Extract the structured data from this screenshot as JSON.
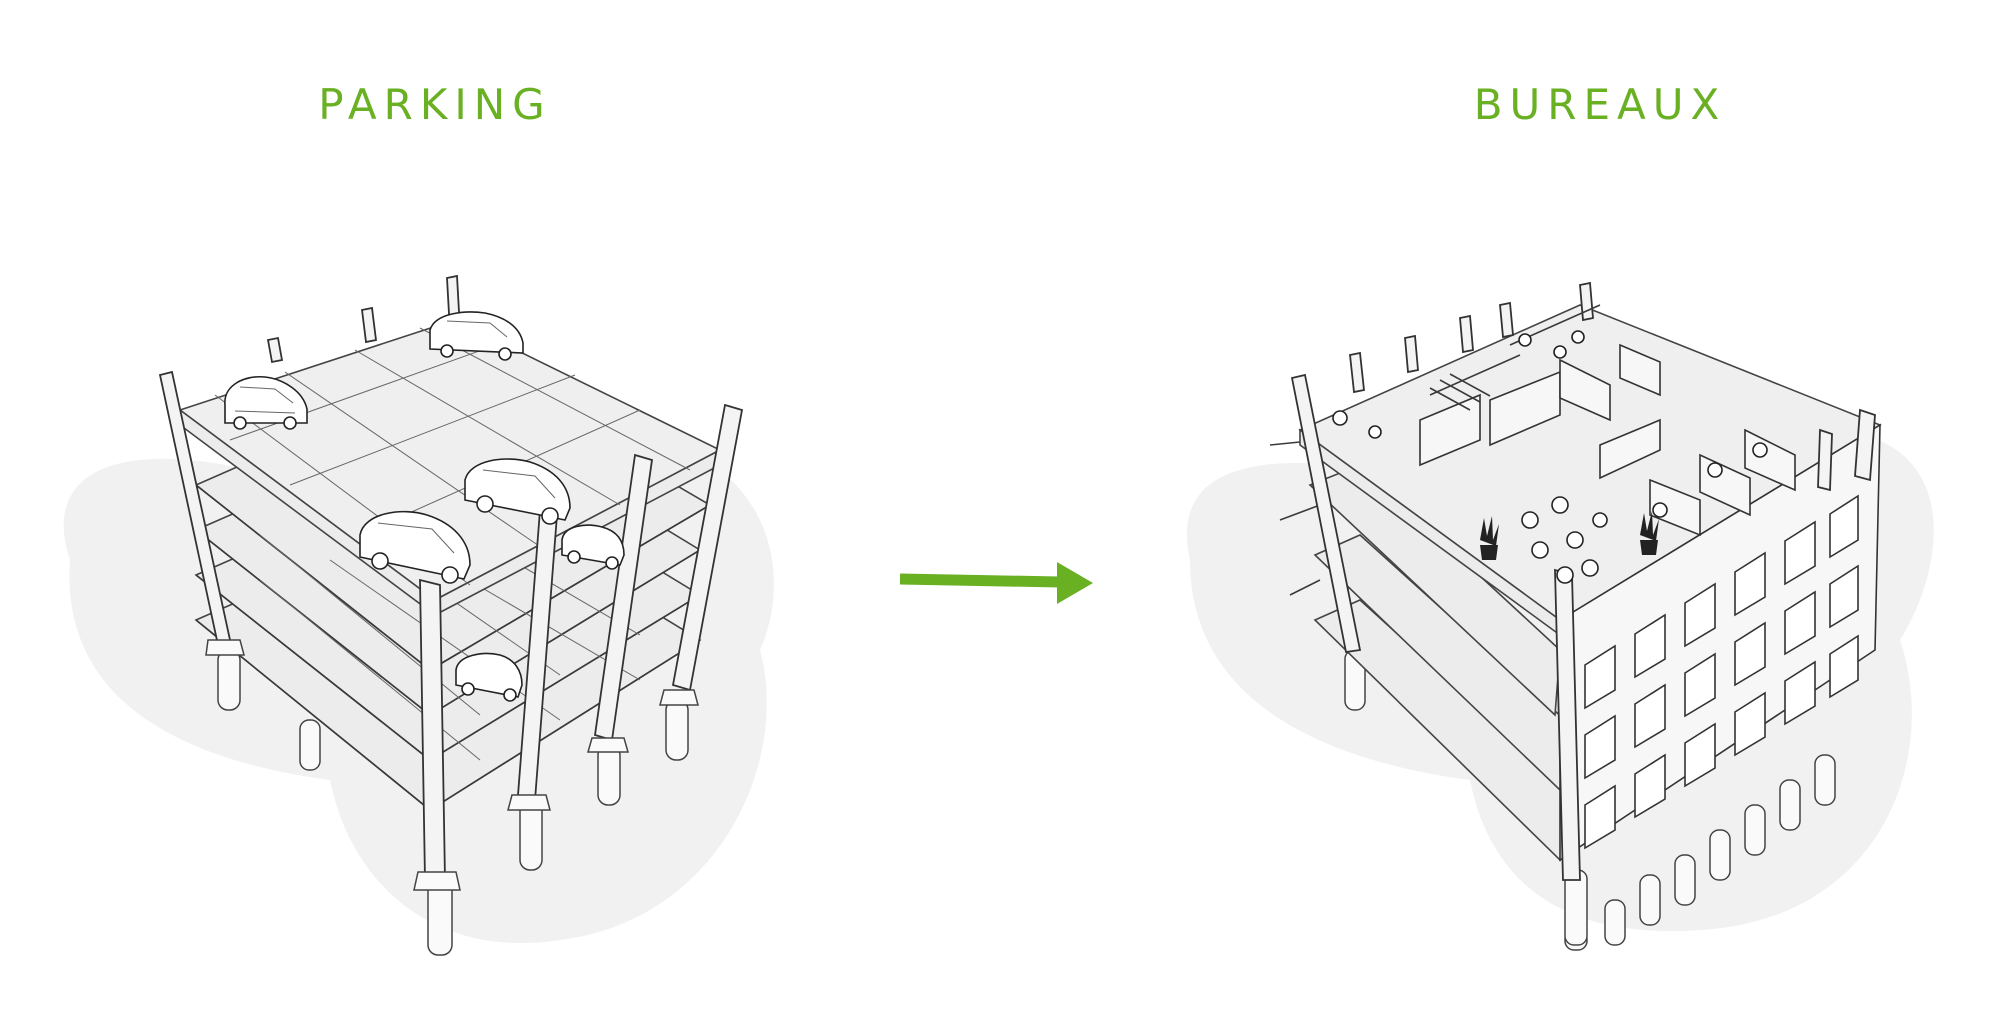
{
  "diagram": {
    "left_label": "PARKING",
    "right_label": "BUREAUX",
    "accent_color": "#6ab023",
    "arrow": {
      "direction": "left-to-right",
      "color": "#6ab023",
      "icon": "arrow-right-icon"
    }
  }
}
